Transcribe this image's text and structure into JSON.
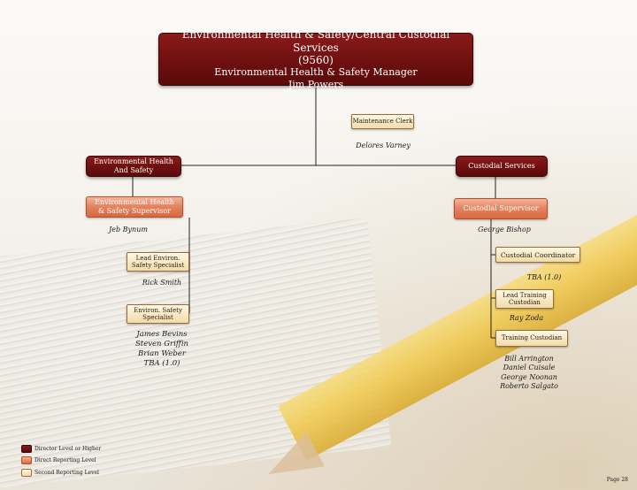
{
  "top": {
    "title": "Environmental Health & Safety/Central Custodial Services",
    "code": "(9560)",
    "position": "Environmental Health & Safety Manager",
    "person": "Jim Powers"
  },
  "maintenance_clerk": {
    "label": "Maintenance Clerk",
    "person": "Delores Varney"
  },
  "ehs": {
    "dept_label": "Environmental Health And Safety",
    "supervisor_label": "Environmental Health & Safety Supervisor",
    "supervisor_person": "Jeb Bynum",
    "lead_label": "Lead Environ. Safety Specialist",
    "lead_person": "Rick Smith",
    "specialist_label": "Environ. Safety Specialist",
    "specialists": [
      "James Bevins",
      "Steven Griffin",
      "Brian Weber",
      "TBA (1.0)"
    ]
  },
  "custodial": {
    "dept_label": "Custodial Services",
    "supervisor_label": "Custodial Supervisor",
    "supervisor_person": "George Bishop",
    "coordinator_label": "Custodial Coordinator",
    "coordinator_person": "TBA (1.0)",
    "lead_training_label": "Lead Training Custodian",
    "lead_training_person": "Ray Zoda",
    "training_label": "Training Custodian",
    "training_people": [
      "Bill Arrington",
      "Daniel Cuisale",
      "George Noonan",
      "Roberto Salgato"
    ]
  },
  "legend": [
    {
      "label": "Director Level or Higher",
      "color": "#6d0f0f"
    },
    {
      "label": "Direct Reporting Level",
      "color": "#e58562"
    },
    {
      "label": "Second Reporting Level",
      "color": "#f0dcaa"
    }
  ],
  "footer": {
    "page": "Page 28"
  },
  "colors": {
    "director": "#6d0f0f",
    "direct": "#e58562",
    "second": "#f0dcaa",
    "line": "#222222"
  }
}
